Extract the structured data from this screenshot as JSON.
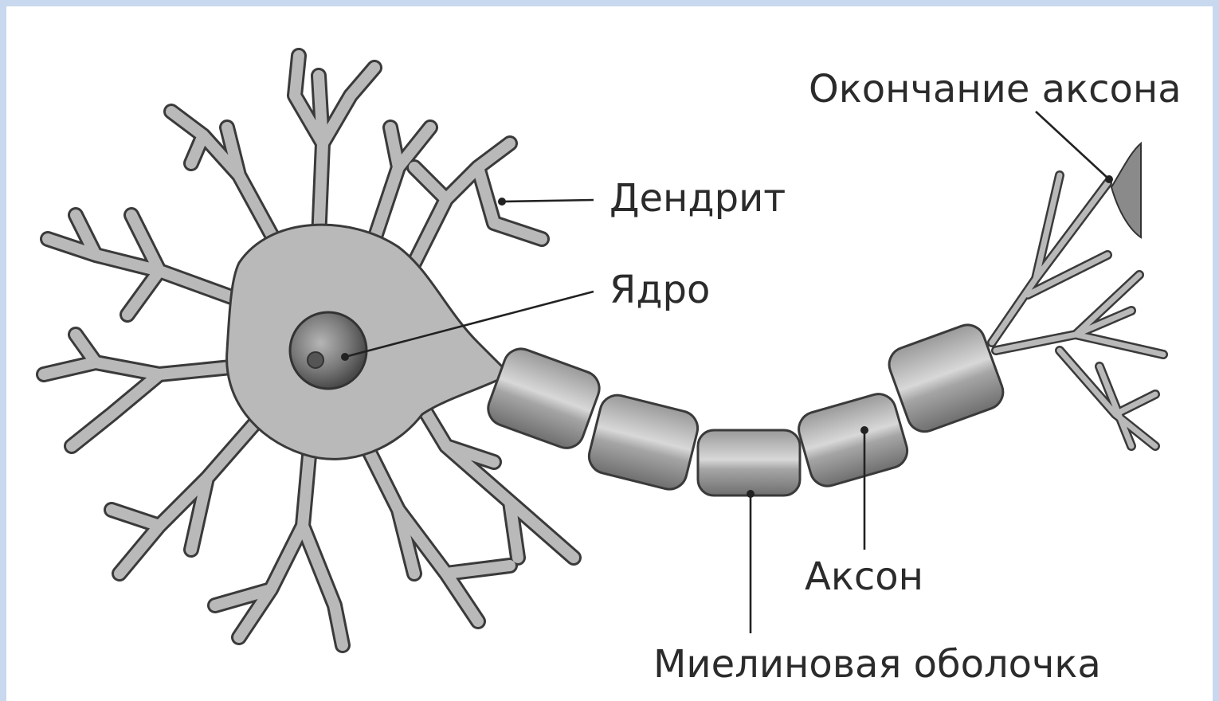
{
  "labels": {
    "axon_terminal": "Окончание аксона",
    "dendrite": "Дендрит",
    "nucleus": "Ядро",
    "axon": "Аксон",
    "myelin": "Миелиновая оболочка"
  },
  "colors": {
    "frame_border": "#c8d8ee",
    "background": "#ffffff",
    "cell_fill": "#b9b9b9",
    "cell_stroke": "#3a3a3a",
    "myelin_fill": "#8f8f8f",
    "nucleus_fill": "#7a7a7a"
  }
}
